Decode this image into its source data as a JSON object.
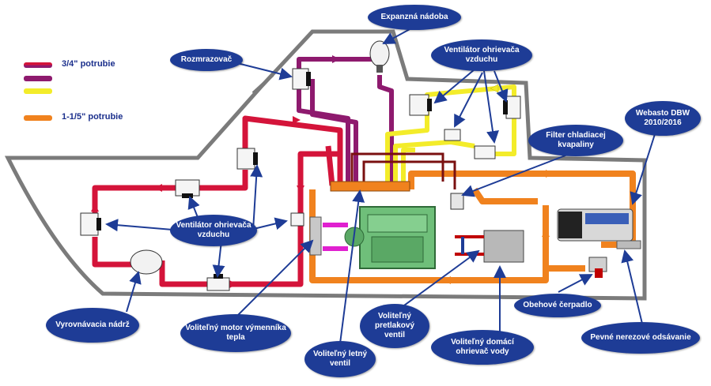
{
  "legend": [
    {
      "label": "3/4\" potrubie",
      "color": "#d4143a",
      "color2": "#8e1a6e"
    },
    {
      "label": "",
      "color": "#8e1a6e"
    },
    {
      "label": "",
      "color": "#f3ec2a"
    },
    {
      "label": "1-1/5\" potrubie",
      "color": "#f0821e"
    }
  ],
  "callouts": {
    "expansion_tank": "Expanzná nádoba",
    "defroster": "Rozmrazovač",
    "air_fan_top": "Ventilátor ohrievača vzduchu",
    "webasto": "Webasto DBW 2010/2016",
    "coolant_filter": "Filter chladiacej kvapaliny",
    "air_fan_left": "Ventilátor ohrievača vzduchu",
    "circulation_pump": "Obehové čerpadlo",
    "expansion_reservoir": "Vyrovnávacia nádrž",
    "heat_exchanger_motor": "Voliteľný motor výmenníka tepla",
    "pressure_valve": "Voliteľný pretlakový ventil",
    "water_heater": "Voliteľný domácí ohrievač vody",
    "exhaust": "Pevné nerezové odsávanie",
    "summer_valve": "Voliteľný letný ventil"
  },
  "colors": {
    "red": "#d4143a",
    "purple": "#8e1a6e",
    "yellow": "#f3ec2a",
    "orange": "#f0821e",
    "dark_red": "#7a1010",
    "bubble": "#1e3c96",
    "engine": "#6fbf7a"
  },
  "icons": {
    "unit": "air-heater-unit-icon",
    "tank": "expansion-tank-icon",
    "engine": "engine-icon",
    "boiler": "water-heater-icon",
    "webasto": "webasto-heater-icon"
  }
}
